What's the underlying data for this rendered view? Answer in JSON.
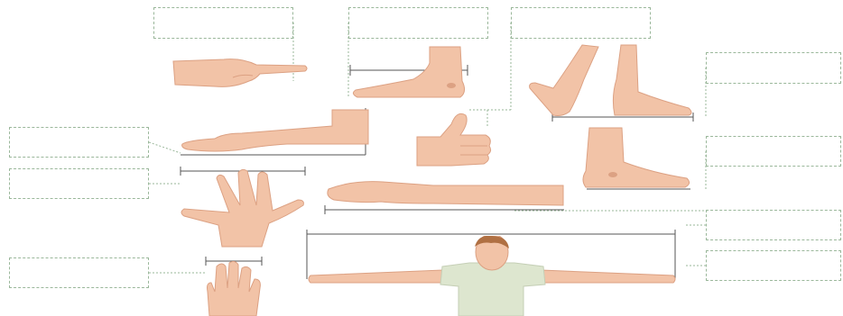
{
  "worksheet": {
    "answer_boxes": [
      {
        "value": ""
      },
      {
        "value": ""
      },
      {
        "value": ""
      },
      {
        "value": ""
      },
      {
        "value": ""
      },
      {
        "value": ""
      },
      {
        "value": ""
      },
      {
        "value": ""
      },
      {
        "value": ""
      },
      {
        "value": ""
      },
      {
        "value": ""
      }
    ],
    "pictures": [
      "pointing-finger",
      "foot-side-view",
      "walking-feet",
      "forearm-and-hand",
      "thumbs-up-hand",
      "standing-foot",
      "open-spread-hand",
      "outstretched-arm",
      "boy-arms-outstretched",
      "palm-fingers-together"
    ],
    "colors": {
      "box_border": "#9ab79a",
      "measure_line": "#555555",
      "skin": "#f2c3a7",
      "skin_shadow": "#dca183",
      "shirt": "#dde6cf",
      "hair": "#b07043"
    }
  }
}
